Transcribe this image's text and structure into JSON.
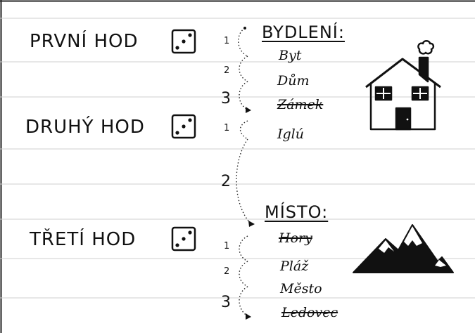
{
  "rolls": [
    {
      "label": "PRVNÍ HOD",
      "die": "die-face-three-icon"
    },
    {
      "label": "DRUHÝ HOD",
      "die": "die-face-three-icon"
    },
    {
      "label": "TŘETÍ HOD",
      "die": "die-face-three-icon"
    }
  ],
  "bydleni": {
    "title": "BYDLENÍ:",
    "items": [
      "Byt",
      "Dům",
      "Zámek",
      "Iglú"
    ],
    "numbers": [
      "1",
      "2",
      "3",
      "1",
      "2"
    ]
  },
  "misto": {
    "title": "MÍSTO:",
    "items": [
      "Hory",
      "Pláž",
      "Město",
      "Ledovec"
    ],
    "numbers": [
      "1",
      "2",
      "3"
    ]
  },
  "icons": [
    "house-icon",
    "mountains-icon"
  ]
}
